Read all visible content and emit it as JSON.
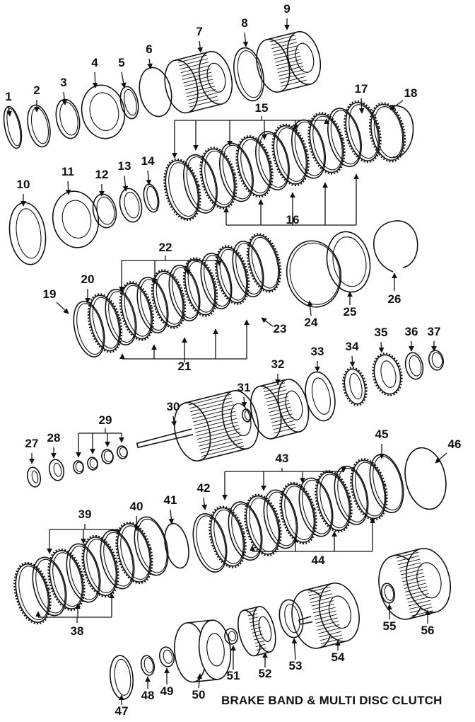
{
  "caption": "BRAKE BAND & MULTI DISC CLUTCH",
  "colors": {
    "ink": "#111111",
    "paper": "#ffffff"
  },
  "callouts": [
    "1",
    "2",
    "3",
    "4",
    "5",
    "6",
    "7",
    "8",
    "9",
    "10",
    "11",
    "12",
    "13",
    "14",
    "15",
    "16",
    "17",
    "18",
    "19",
    "20",
    "21",
    "22",
    "23",
    "24",
    "25",
    "26",
    "27",
    "28",
    "29",
    "30",
    "31",
    "32",
    "33",
    "34",
    "35",
    "36",
    "37",
    "38",
    "39",
    "40",
    "41",
    "42",
    "43",
    "44",
    "45",
    "46",
    "47",
    "48",
    "49",
    "50",
    "51",
    "52",
    "53",
    "54",
    "55",
    "56"
  ]
}
